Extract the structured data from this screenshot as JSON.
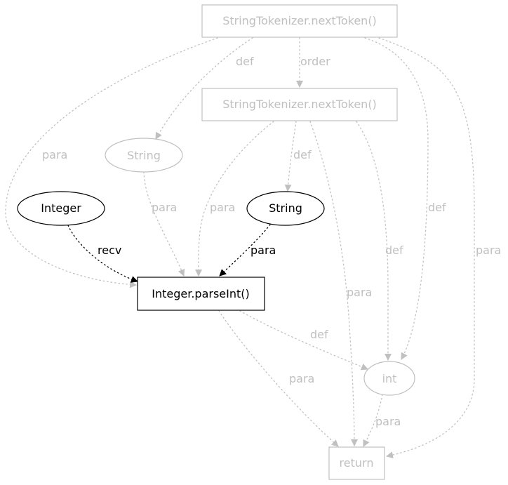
{
  "diagram": {
    "nodes": [
      {
        "id": "st1",
        "shape": "rect",
        "label": "StringTokenizer.nextToken()",
        "emphasis": "faded"
      },
      {
        "id": "st2",
        "shape": "rect",
        "label": "StringTokenizer.nextToken()",
        "emphasis": "faded"
      },
      {
        "id": "str1",
        "shape": "ellipse",
        "label": "String",
        "emphasis": "faded"
      },
      {
        "id": "integer",
        "shape": "ellipse",
        "label": "Integer",
        "emphasis": "solid"
      },
      {
        "id": "str2",
        "shape": "ellipse",
        "label": "String",
        "emphasis": "solid"
      },
      {
        "id": "parse",
        "shape": "rect",
        "label": "Integer.parseInt()",
        "emphasis": "solid"
      },
      {
        "id": "int",
        "shape": "ellipse",
        "label": "int",
        "emphasis": "faded"
      },
      {
        "id": "ret",
        "shape": "rect",
        "label": "return",
        "emphasis": "faded"
      }
    ],
    "edges": [
      {
        "id": "e1",
        "from": "st1",
        "to": "str1",
        "label": "def",
        "emphasis": "faded"
      },
      {
        "id": "e2",
        "from": "st1",
        "to": "st2",
        "label": "order",
        "emphasis": "faded"
      },
      {
        "id": "e3",
        "from": "st1",
        "to": "parse",
        "label": "para",
        "emphasis": "faded"
      },
      {
        "id": "e4",
        "from": "st1",
        "to": "int",
        "label": "def",
        "emphasis": "faded"
      },
      {
        "id": "e5",
        "from": "st1",
        "to": "ret",
        "label": "para",
        "emphasis": "faded"
      },
      {
        "id": "e6",
        "from": "st2",
        "to": "str2",
        "label": "def",
        "emphasis": "faded"
      },
      {
        "id": "e7",
        "from": "st2",
        "to": "parse",
        "label": "para",
        "emphasis": "faded"
      },
      {
        "id": "e8",
        "from": "st2",
        "to": "int",
        "label": "def",
        "emphasis": "faded"
      },
      {
        "id": "e9",
        "from": "st2",
        "to": "ret",
        "label": "para",
        "emphasis": "faded"
      },
      {
        "id": "e10",
        "from": "str1",
        "to": "parse",
        "label": "para",
        "emphasis": "faded"
      },
      {
        "id": "e11",
        "from": "integer",
        "to": "parse",
        "label": "recv",
        "emphasis": "solid"
      },
      {
        "id": "e12",
        "from": "str2",
        "to": "parse",
        "label": "para",
        "emphasis": "solid"
      },
      {
        "id": "e13",
        "from": "parse",
        "to": "int",
        "label": "def",
        "emphasis": "faded"
      },
      {
        "id": "e14",
        "from": "parse",
        "to": "ret",
        "label": "para",
        "emphasis": "faded"
      },
      {
        "id": "e15",
        "from": "int",
        "to": "ret",
        "label": "para",
        "emphasis": "faded"
      }
    ]
  },
  "colors": {
    "solid": "#000000",
    "faded": "#c0c0c0",
    "background": "#ffffff"
  }
}
